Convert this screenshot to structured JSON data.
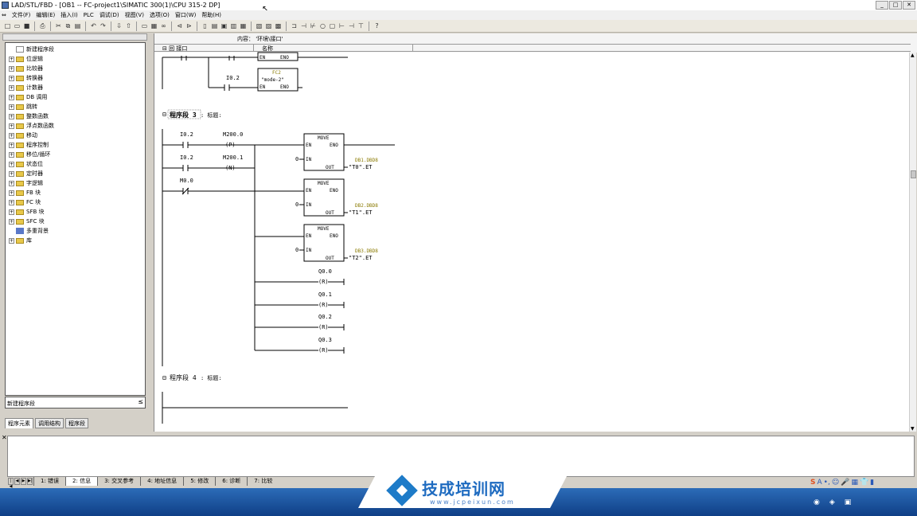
{
  "window": {
    "title": "LAD/STL/FBD  - [OB1 -- FC-project1\\SIMATIC 300(1)\\CPU 315-2 DP]",
    "btn_min": "_",
    "btn_max": "□",
    "btn_close": "✕"
  },
  "menu": [
    "文件(F)",
    "编辑(E)",
    "插入(I)",
    "PLC",
    "调试(D)",
    "视图(V)",
    "选项(O)",
    "窗口(W)",
    "帮助(H)"
  ],
  "editor": {
    "comment": "内容：  '环境\\接口'",
    "col1": "⊟ 回 接口",
    "col2": "名称"
  },
  "tree": {
    "items": [
      {
        "label": "新建程序段",
        "icon": "new-network-icon",
        "expand": ""
      },
      {
        "label": "位逻辑",
        "icon": "folder-icon",
        "expand": "+"
      },
      {
        "label": "比较器",
        "icon": "folder-icon",
        "expand": "+"
      },
      {
        "label": "转换器",
        "icon": "folder-icon",
        "expand": "+"
      },
      {
        "label": "计数器",
        "icon": "folder-icon",
        "expand": "+"
      },
      {
        "label": "DB 调用",
        "icon": "folder-icon",
        "expand": "+"
      },
      {
        "label": "跳转",
        "icon": "folder-icon",
        "expand": "+"
      },
      {
        "label": "整数函数",
        "icon": "folder-icon",
        "expand": "+"
      },
      {
        "label": "浮点数函数",
        "icon": "folder-icon",
        "expand": "+"
      },
      {
        "label": "移动",
        "icon": "folder-icon",
        "expand": "+"
      },
      {
        "label": "程序控制",
        "icon": "folder-icon",
        "expand": "+"
      },
      {
        "label": "移位/循环",
        "icon": "folder-icon",
        "expand": "+"
      },
      {
        "label": "状态位",
        "icon": "folder-icon",
        "expand": "+"
      },
      {
        "label": "定时器",
        "icon": "folder-icon",
        "expand": "+"
      },
      {
        "label": "字逻辑",
        "icon": "folder-icon",
        "expand": "+"
      },
      {
        "label": "FB 块",
        "icon": "block-icon",
        "expand": "+"
      },
      {
        "label": "FC 块",
        "icon": "block-icon",
        "expand": "+"
      },
      {
        "label": "SFB 块",
        "icon": "block-icon",
        "expand": "+"
      },
      {
        "label": "SFC 块",
        "icon": "block-icon",
        "expand": "+"
      },
      {
        "label": "多重背景",
        "icon": "multi-instance-icon",
        "expand": ""
      },
      {
        "label": "库",
        "icon": "library-icon",
        "expand": "+"
      }
    ],
    "newnet_label": "新建程序段",
    "newnet_shortcut": "≤"
  },
  "left_tabs": [
    "程序元素",
    "调用结构",
    "程序段"
  ],
  "ladder": {
    "top_en": "EN",
    "top_eno": "ENO",
    "fc2_contact": "I0.2",
    "fc2_name": "FC2",
    "fc2_symbol": "\"mode-2\"",
    "fc2_en": "EN",
    "fc2_eno": "ENO",
    "net3_prefix": "⊟",
    "net3_title": "程序段 3",
    "net3_suffix": ": 标题:",
    "c1": "I0.2",
    "m1": "M200.0",
    "m1_coil": "(P)",
    "c2": "I0.2",
    "m2": "M200.1",
    "m2_coil": "(N)",
    "c3": "M0.0",
    "moves": [
      {
        "title": "MOVE",
        "en": "EN",
        "eno": "ENO",
        "in_label": "IN",
        "out_label": "OUT",
        "in_val": "0",
        "db": "DB1.DBD8",
        "out_val": "\"T0\".ET"
      },
      {
        "title": "MOVE",
        "en": "EN",
        "eno": "ENO",
        "in_label": "IN",
        "out_label": "OUT",
        "in_val": "0",
        "db": "DB2.DBD8",
        "out_val": "\"T1\".ET"
      },
      {
        "title": "MOVE",
        "en": "EN",
        "eno": "ENO",
        "in_label": "IN",
        "out_label": "OUT",
        "in_val": "0",
        "db": "DB3.DBD8",
        "out_val": "\"T2\".ET"
      }
    ],
    "resets": [
      {
        "addr": "Q0.0",
        "coil": "(R)"
      },
      {
        "addr": "Q0.1",
        "coil": "(R)"
      },
      {
        "addr": "Q0.2",
        "coil": "(R)"
      },
      {
        "addr": "Q0.3",
        "coil": "(R)"
      }
    ],
    "net4_prefix": "⊟",
    "net4_title": "程序段 4",
    "net4_suffix": ": 标题:"
  },
  "bottom_tabs": [
    "1: 错误",
    "2: 信息",
    "3: 交叉参考",
    "4: 地址信息",
    "5: 修改",
    "6: 诊断",
    "7: 比较"
  ],
  "logo": {
    "text": "技成培训网",
    "url": "www.jcpeixun.com"
  },
  "tray": [
    "S",
    "A",
    "•,",
    "☺",
    "🎤",
    "▦",
    "👕",
    "▮"
  ],
  "colors": {
    "db_label": "#8a7a00",
    "taskbar": "#1a4e9a",
    "logo_blue": "#1e6bc0"
  }
}
